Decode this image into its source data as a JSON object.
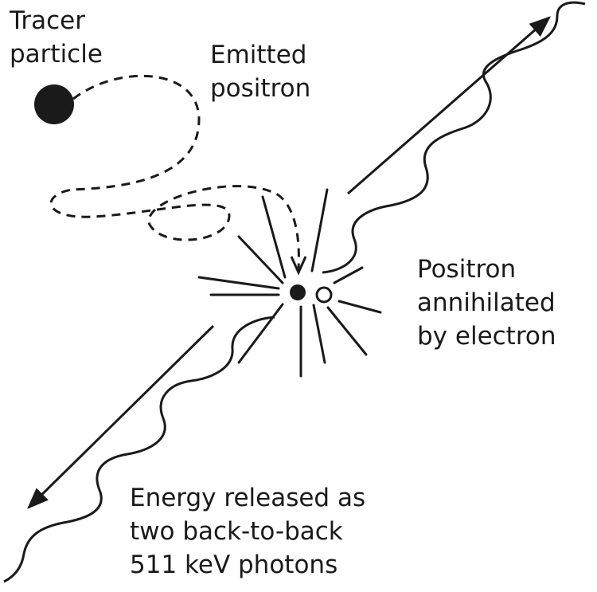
{
  "labels": {
    "tracer": [
      "Tracer",
      "particle"
    ],
    "emitted": [
      "Emitted",
      "positron"
    ],
    "annihilated": [
      "Positron",
      "annihilated",
      "by electron"
    ],
    "energy": [
      "Energy released as",
      "two back-to-back",
      "511 keV photons"
    ]
  }
}
